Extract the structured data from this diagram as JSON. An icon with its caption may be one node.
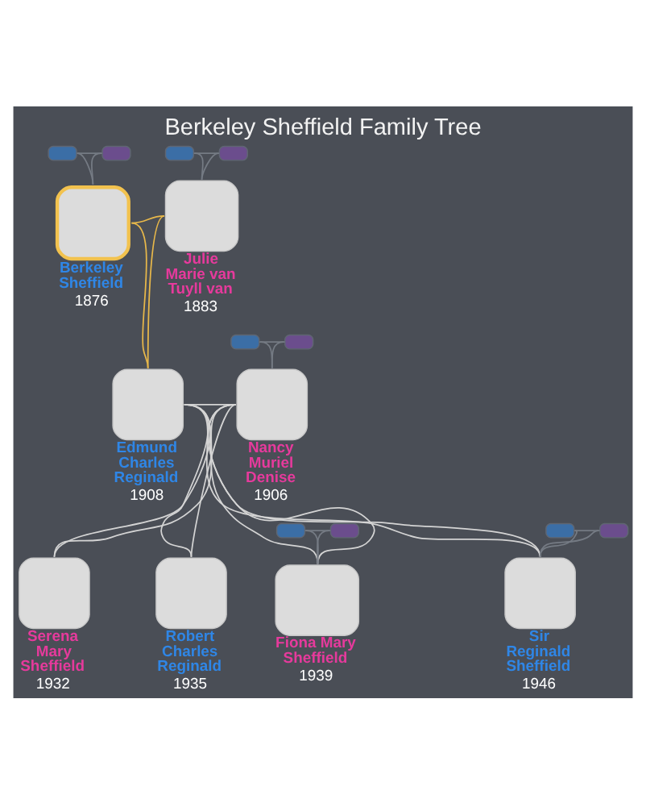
{
  "diagram": {
    "title": "Berkeley Sheffield Family Tree",
    "nodes": [
      {
        "text": [],
        "shape": "box"
      },
      {
        "text": [],
        "shape": "box"
      },
      {
        "text": [],
        "shape": "box"
      },
      {
        "text": [],
        "shape": "box"
      },
      {
        "text": [
          "Berkeley Sheffield",
          "1876"
        ]
      },
      {
        "text": [
          "Julie Marie van Tuyll van",
          "1883"
        ]
      },
      {
        "text": [],
        "shape": "box"
      },
      {
        "text": [],
        "shape": "box"
      },
      {
        "text": [
          "Edmund Charles Reginald",
          "1908"
        ]
      },
      {
        "text": [
          "Nancy Muriel Denise",
          "1906"
        ]
      },
      {
        "text": [],
        "shape": "box"
      },
      {
        "text": [],
        "shape": "box"
      },
      {
        "text": [],
        "shape": "box"
      },
      {
        "text": [],
        "shape": "box"
      },
      {
        "text": [
          "Serena Mary Sheffield",
          "1932"
        ]
      },
      {
        "text": [
          "Robert Charles Reginald",
          "1935"
        ]
      },
      {
        "text": [
          "Fiona Mary Sheffield",
          "1939"
        ]
      },
      {
        "text": [
          "Sir Reginald Sheffield",
          "1946"
        ]
      }
    ],
    "edges": [
      {
        "from": 0,
        "to": 1,
        "arrow": "none"
      },
      {
        "from": 0,
        "to": 4,
        "arrow": "none"
      },
      {
        "from": 1,
        "to": 4,
        "arrow": "none"
      },
      {
        "from": 2,
        "to": 3,
        "arrow": "none"
      },
      {
        "from": 2,
        "to": 5,
        "arrow": "none"
      },
      {
        "from": 3,
        "to": 5,
        "arrow": "none"
      },
      {
        "from": 4,
        "to": 5,
        "arrow": "none",
        "color": "#e8b84a"
      },
      {
        "from": 4,
        "to": 8,
        "arrow": "none",
        "color": "#e8b84a"
      },
      {
        "from": 5,
        "to": 8,
        "arrow": "none",
        "color": "#e8b84a"
      },
      {
        "from": 6,
        "to": 7,
        "arrow": "none"
      },
      {
        "from": 6,
        "to": 9,
        "arrow": "none"
      },
      {
        "from": 7,
        "to": 9,
        "arrow": "none"
      },
      {
        "from": 8,
        "to": 9,
        "arrow": "none",
        "color": "#d4d4d4"
      },
      {
        "from": 8,
        "to": 14,
        "arrow": "none",
        "color": "#d4d4d4"
      },
      {
        "from": 8,
        "to": 15,
        "arrow": "none",
        "color": "#d4d4d4"
      },
      {
        "from": 8,
        "to": 16,
        "arrow": "none",
        "color": "#d4d4d4"
      },
      {
        "from": 8,
        "to": 17,
        "arrow": "none",
        "color": "#d4d4d4"
      },
      {
        "from": 9,
        "to": 14,
        "arrow": "none",
        "color": "#d4d4d4"
      },
      {
        "from": 9,
        "to": 15,
        "arrow": "none",
        "color": "#d4d4d4"
      },
      {
        "from": 9,
        "to": 16,
        "arrow": "none",
        "color": "#d4d4d4"
      },
      {
        "from": 9,
        "to": 17,
        "arrow": "none",
        "color": "#d4d4d4"
      },
      {
        "from": 10,
        "to": 11,
        "arrow": "none"
      },
      {
        "from": 10,
        "to": 16,
        "arrow": "none"
      },
      {
        "from": 11,
        "to": 16,
        "arrow": "none"
      },
      {
        "from": 12,
        "to": 13,
        "arrow": "none"
      },
      {
        "from": 12,
        "to": 17,
        "arrow": "none"
      },
      {
        "from": 13,
        "to": 17,
        "arrow": "none"
      }
    ]
  }
}
